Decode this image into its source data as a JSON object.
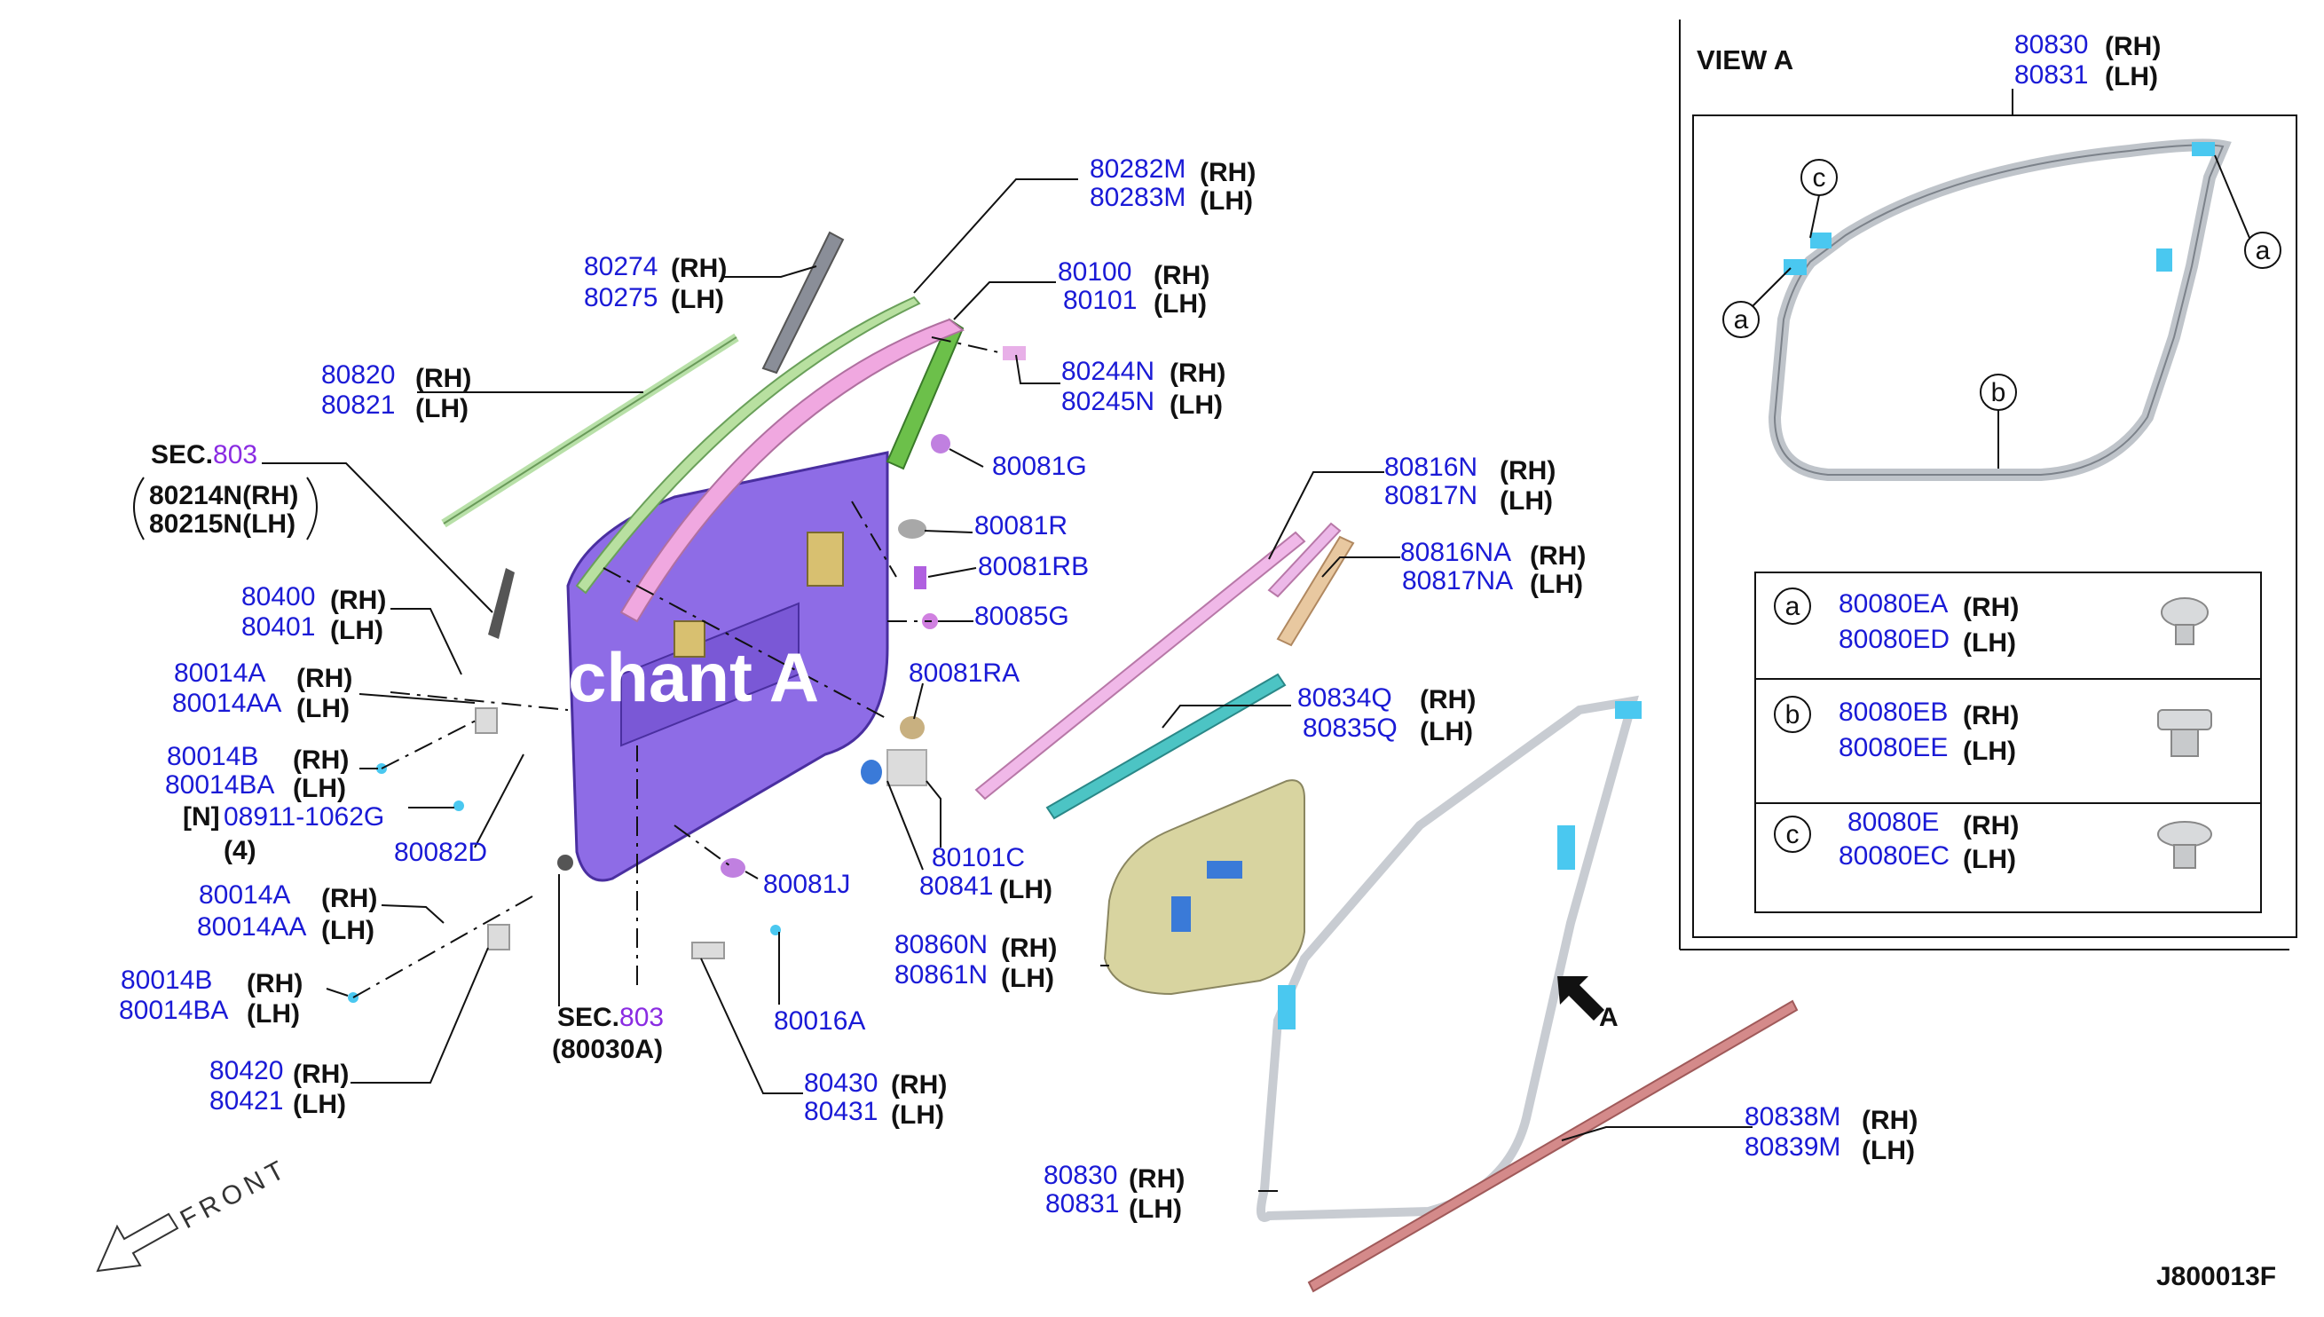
{
  "view_a": {
    "title": "VIEW A",
    "main_rh": "80830",
    "main_rh_side": "(RH)",
    "main_lh": "80831",
    "main_lh_side": "(LH)",
    "callout_a": "a",
    "callout_b": "b",
    "callout_c": "c",
    "legend": [
      {
        "letter": "a",
        "rh": "80080EA",
        "rh_side": "(RH)",
        "lh": "80080ED",
        "lh_side": "(LH)"
      },
      {
        "letter": "b",
        "rh": "80080EB",
        "rh_side": "(RH)",
        "lh": "80080EE",
        "lh_side": "(LH)"
      },
      {
        "letter": "c",
        "rh": "80080E",
        "rh_side": "(RH)",
        "lh": "80080EC",
        "lh_side": "(LH)"
      }
    ]
  },
  "labels": {
    "p80282": {
      "rh": "80282M",
      "rh_side": "(RH)",
      "lh": "80283M",
      "lh_side": "(LH)"
    },
    "p80274": {
      "rh": "80274",
      "rh_side": "(RH)",
      "lh": "80275",
      "lh_side": "(LH)"
    },
    "p80100": {
      "rh": "80100",
      "rh_side": "(RH)",
      "lh": "80101",
      "lh_side": "(LH)"
    },
    "p80820": {
      "rh": "80820",
      "rh_side": "(RH)",
      "lh": "80821",
      "lh_side": "(LH)"
    },
    "p80244": {
      "rh": "80244N",
      "rh_side": "(RH)",
      "lh": "80245N",
      "lh_side": "(LH)"
    },
    "sec803_top": {
      "prefix": "SEC.",
      "num": "803",
      "line1": "80214N(RH)",
      "line2": "80215N(LH)"
    },
    "p80081g": "80081G",
    "p80081r": "80081R",
    "p80081rb": "80081RB",
    "p80085g": "80085G",
    "p80816n": {
      "rh": "80816N",
      "rh_side": "(RH)",
      "lh": "80817N",
      "lh_side": "(LH)"
    },
    "p80816na": {
      "rh": "80816NA",
      "rh_side": "(RH)",
      "lh": "80817NA",
      "lh_side": "(LH)"
    },
    "p80400": {
      "rh": "80400",
      "rh_side": "(RH)",
      "lh": "80401",
      "lh_side": "(LH)"
    },
    "p80014a_top": {
      "rh": "80014A",
      "rh_side": "(RH)",
      "lh": "80014AA",
      "lh_side": "(LH)"
    },
    "p80081ra": "80081RA",
    "p80834": {
      "rh": "80834Q",
      "rh_side": "(RH)",
      "lh": "80835Q",
      "lh_side": "(LH)"
    },
    "p80014b_top": {
      "rh": "80014B",
      "rh_side": "(RH)",
      "lh": "80014BA",
      "lh_side": "(LH)"
    },
    "p08911": {
      "n": "[N]",
      "num": "08911-1062G",
      "qty": "(4)"
    },
    "p80082d": "80082D",
    "p80101c": "80101C",
    "p80841": {
      "num": "80841",
      "side": "(LH)"
    },
    "p80081j": "80081J",
    "p80014a_bot": {
      "rh": "80014A",
      "rh_side": "(RH)",
      "lh": "80014AA",
      "lh_side": "(LH)"
    },
    "p80860": {
      "rh": "80860N",
      "rh_side": "(RH)",
      "lh": "80861N",
      "lh_side": "(LH)"
    },
    "p80014b_bot": {
      "rh": "80014B",
      "rh_side": "(RH)",
      "lh": "80014BA",
      "lh_side": "(LH)"
    },
    "sec803_bot": {
      "prefix": "SEC.",
      "num": "803",
      "line2": "(80030A)"
    },
    "p80016a": "80016A",
    "arrow_a": "A",
    "p80420": {
      "rh": "80420",
      "rh_side": "(RH)",
      "lh": "80421",
      "lh_side": "(LH)"
    },
    "p80430": {
      "rh": "80430",
      "rh_side": "(RH)",
      "lh": "80431",
      "lh_side": "(LH)"
    },
    "p80838": {
      "rh": "80838M",
      "rh_side": "(RH)",
      "lh": "80839M",
      "lh_side": "(LH)"
    },
    "p80830": {
      "rh": "80830",
      "rh_side": "(RH)",
      "lh": "80831",
      "lh_side": "(LH)"
    },
    "front": "FRONT",
    "code": "J800013F"
  },
  "watermark": "chant A",
  "colors": {
    "part_number": "#1a1ad6",
    "door_panel": "#8e6ce6",
    "pink_seal": "#f0a8e0",
    "green_frame": "#6cc04a",
    "trim_panel": "#d8d4a0",
    "teal_strip": "#4cc4c4",
    "clip_cyan": "#4ac8f0",
    "kick_plate": "#d48a8a",
    "sec_ref": "#8a2be2"
  }
}
